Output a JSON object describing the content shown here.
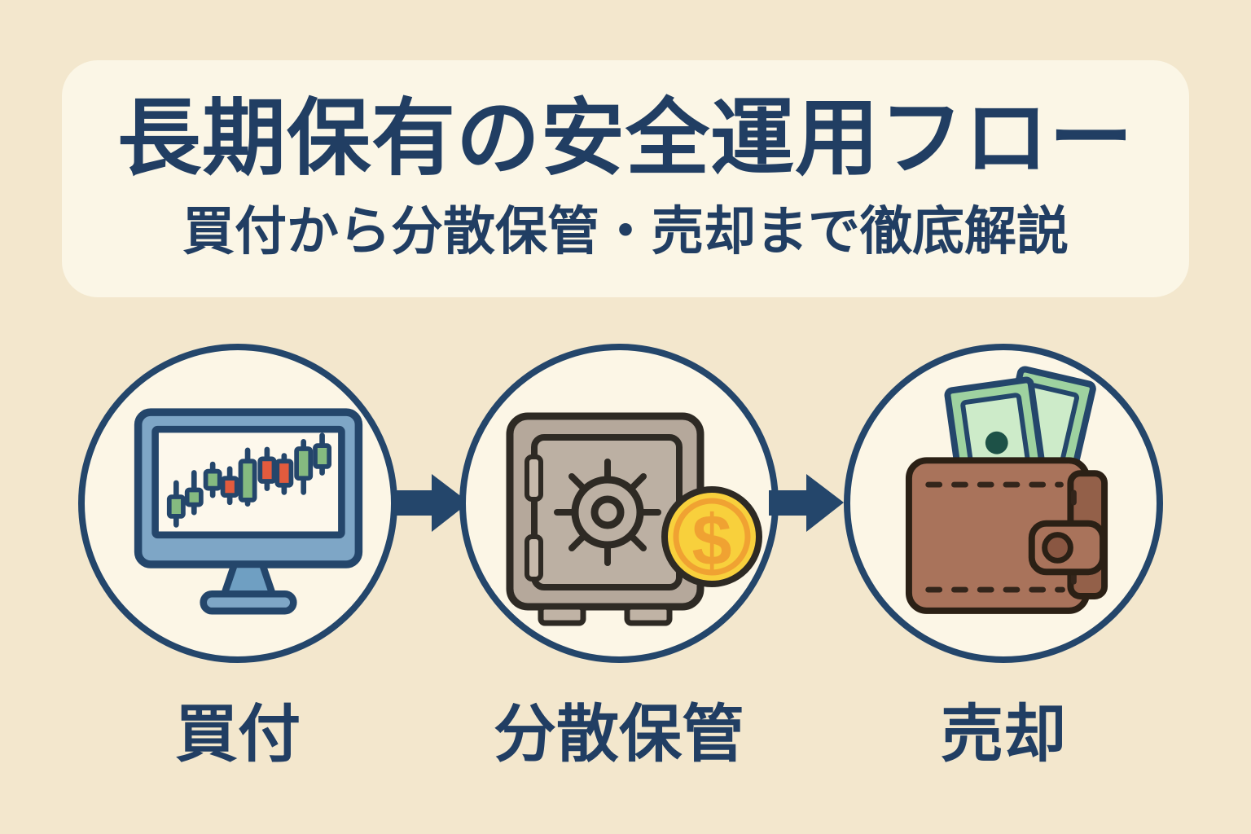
{
  "header": {
    "title": "長期保有の安全運用フロー",
    "subtitle": "買付から分散保管・売却まで徹底解説"
  },
  "flow": {
    "steps": [
      {
        "label": "買付",
        "icon": "monitor-candlestick-chart-icon"
      },
      {
        "label": "分散保管",
        "icon": "safe-with-dollar-coin-icon"
      },
      {
        "label": "売却",
        "icon": "wallet-with-banknotes-icon"
      }
    ],
    "arrow_icon": "right-arrow-icon",
    "coin_symbol": "$"
  },
  "palette": {
    "background": "#f3e7cd",
    "panel": "#fbf6e6",
    "navy_text": "#213e63",
    "navy_line": "#24466b",
    "circle_fill": "#fcf6e6",
    "monitor_blue": "#7ea6c6",
    "monitor_blue_dark": "#6f9fc2",
    "screen_cream": "#fdf8ec",
    "candle_green": "#85ba80",
    "candle_red": "#e25b3d",
    "safe_body": "#b5a89b",
    "safe_door": "#bcb0a3",
    "safe_outline": "#2e2a24",
    "coin_gold": "#f8d03c",
    "coin_orange": "#f0a232",
    "wallet_brown": "#a9735b",
    "wallet_brown_dark": "#8a5742",
    "wallet_tab": "#936049",
    "wallet_outline": "#2b2015",
    "stitch": "#33251b",
    "bill_green": "#9ed2a0",
    "bill_green_light": "#cdebc9",
    "bill_portrait": "#1d5147"
  }
}
